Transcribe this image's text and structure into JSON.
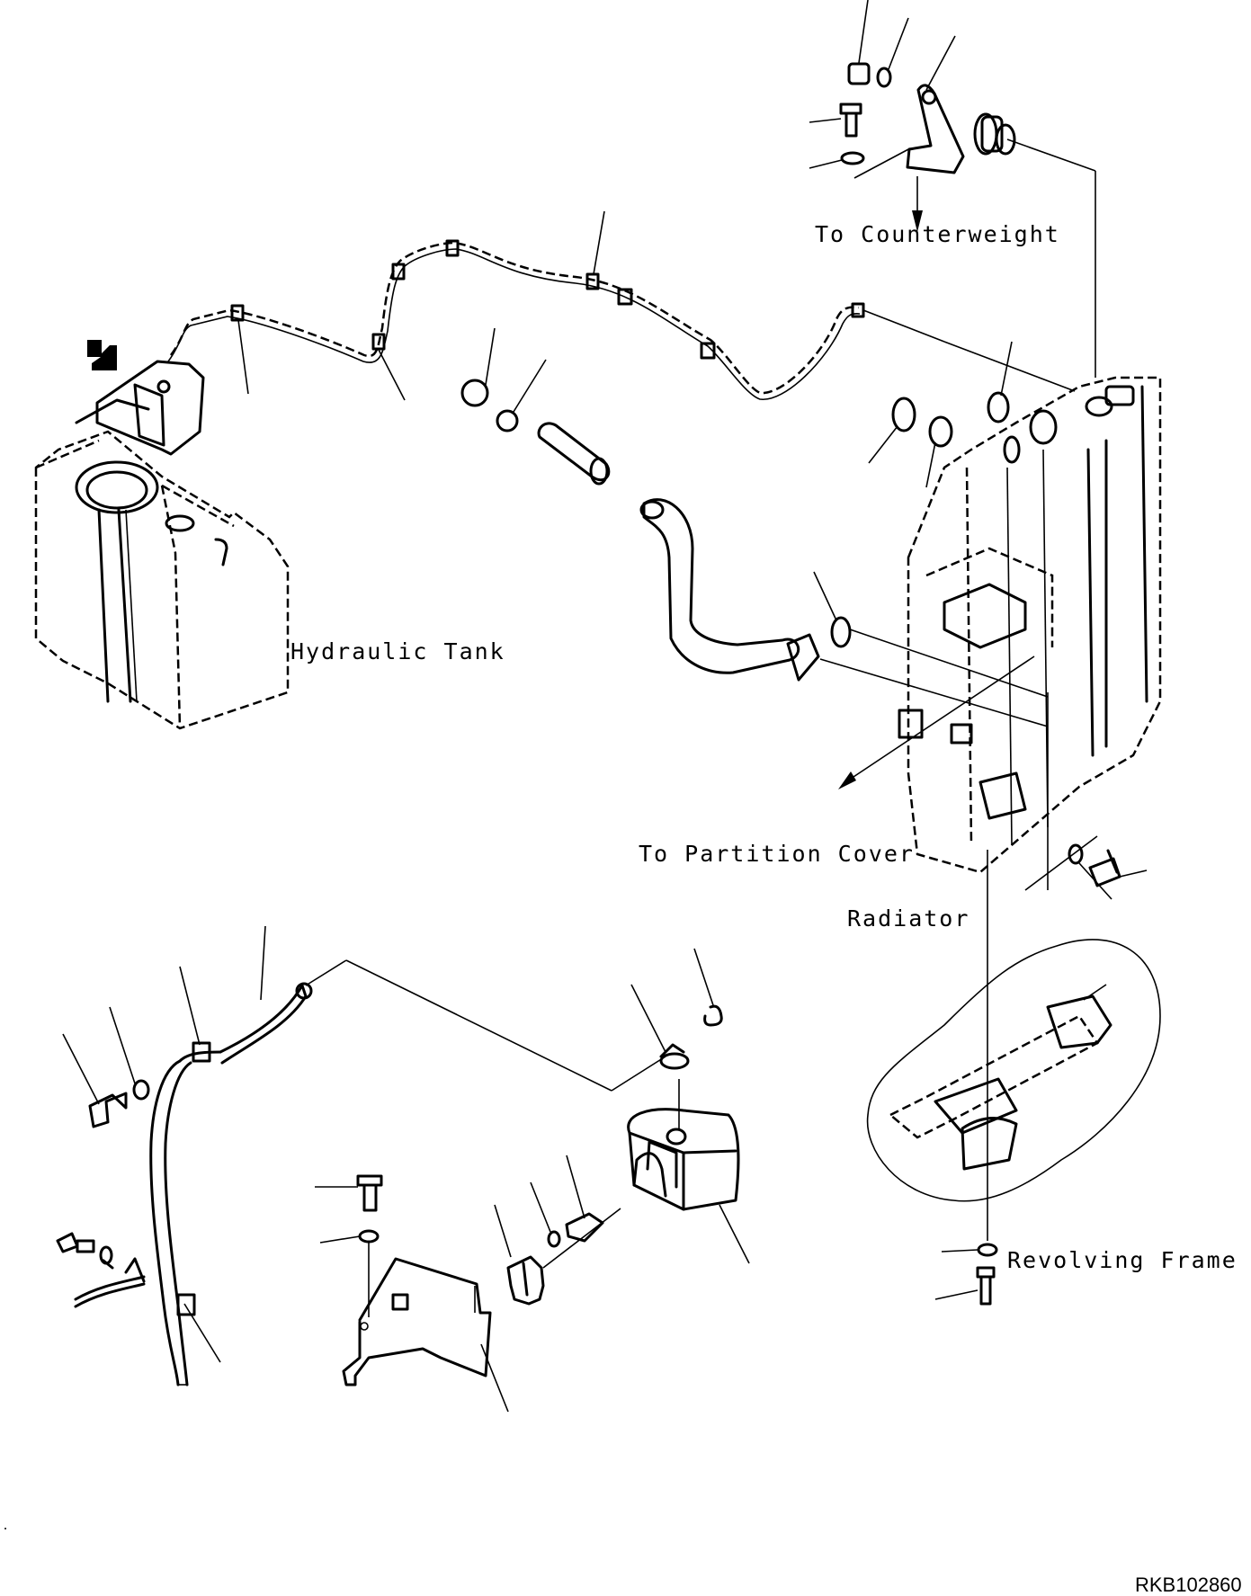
{
  "labels": {
    "counterweight": "To Counterweight",
    "hydraulic_tank": "Hydraulic Tank",
    "partition_cover": "To Partition Cover",
    "radiator": "Radiator",
    "revolving_frame": "Revolving Frame"
  },
  "drawing_code": "RKB102860"
}
